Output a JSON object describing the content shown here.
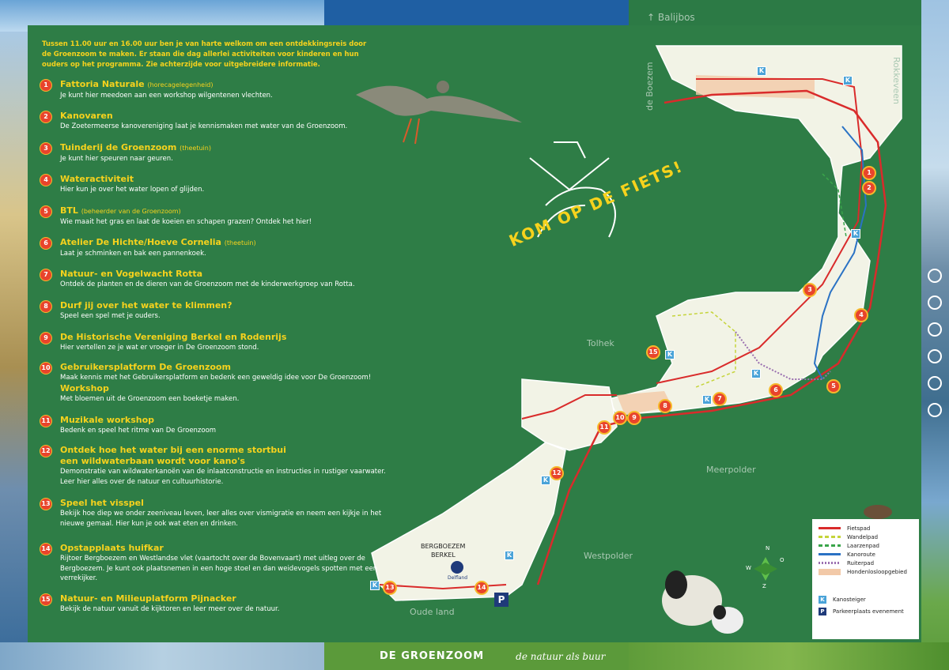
{
  "intro": "Tussen 11.00 uur en 16.00 uur ben je van harte welkom om een ontdekkingsreis door de Groenzoom te maken. Er staan die dag allerlei activiteiten voor kinderen en hun ouders op het programma. Zie achterzijde voor uitgebreidere informatie.",
  "activities": [
    {
      "n": "1",
      "title": "Fattoria Naturale",
      "note": "(horecagelegenheid)",
      "desc": "Je kunt hier meedoen aan een workshop wilgentenen vlechten."
    },
    {
      "n": "2",
      "title": "Kanovaren",
      "note": "",
      "desc": "De Zoetermeerse kanovereniging laat je kennismaken met water van de Groenzoom."
    },
    {
      "n": "3",
      "title": "Tuinderij de Groenzoom",
      "note": "(theetuin)",
      "desc": "Je kunt hier speuren naar geuren."
    },
    {
      "n": "4",
      "title": "Wateractiviteit",
      "note": "",
      "desc": "Hier kun je over het water lopen of glijden."
    },
    {
      "n": "5",
      "title": "BTL",
      "note": "(beheerder van de Groenzoom)",
      "desc": "Wie maait het gras en laat de koeien en schapen grazen? Ontdek het hier!"
    },
    {
      "n": "6",
      "title": "Atelier De Hichte/Hoeve Cornelia",
      "note": "(theetuin)",
      "desc": "Laat je schminken en bak een pannenkoek."
    },
    {
      "n": "7",
      "title": "Natuur- en Vogelwacht Rotta",
      "note": "",
      "desc": "Ontdek de planten en de dieren van de Groenzoom met de kinderwerkgroep van Rotta."
    },
    {
      "n": "8",
      "title": "Durf jij over het water te klimmen?",
      "note": "",
      "desc": "Speel een spel met je ouders."
    },
    {
      "n": "9",
      "title": "De Historische Vereniging Berkel en Rodenrijs",
      "note": "",
      "desc": "Hier vertellen ze je wat er vroeger in De Groenzoom stond."
    },
    {
      "n": "10",
      "title": "Gebruikersplatform De Groenzoom",
      "note": "",
      "desc": "Maak kennis met het Gebruikersplatform en bedenk een geweldig idee voor De Groenzoom!",
      "title2": "Workshop",
      "desc2": "Met bloemen uit de Groenzoom een boeketje maken."
    },
    {
      "n": "11",
      "title": "Muzikale workshop",
      "note": "",
      "desc": "Bedenk en speel het ritme van De Groenzoom"
    },
    {
      "n": "12",
      "title": "Ontdek hoe het water bij een enorme stortbui",
      "title_b": "een wildwaterbaan wordt voor kano's",
      "note": "",
      "desc": "Demonstratie van wildwaterkanoën van de inlaatconstructie en instructies in rustiger vaarwater. Leer hier alles over de natuur en cultuurhistorie."
    },
    {
      "n": "13",
      "title": "Speel het visspel",
      "note": "",
      "desc": "Bekijk hoe diep we onder zeeniveau leven, leer alles over vismigratie en neem een kijkje in het nieuwe gemaal. Hier kun je ook wat eten en drinken."
    },
    {
      "n": "14",
      "title": "Opstapplaats huifkar",
      "note": "",
      "desc": "Rijtoer Bergboezem en Westlandse vlet (vaartocht over de Bovenvaart) met uitleg over de Bergboezem. Je kunt ook plaatsnemen in een hoge stoel en dan weidevogels spotten met een verrekijker."
    },
    {
      "n": "15",
      "title": "Natuur- en Milieuplatform Pijnacker",
      "note": "",
      "desc": "Bekijk de natuur vanuit de kijktoren en leer meer over de natuur."
    }
  ],
  "slogan": "KOM OP DE FIETS!",
  "map_labels": {
    "balijbos": "↑ Balijbos",
    "rokkeveen": "Rokkeveen",
    "boezem": "de Boezem",
    "tolhek": "Tolhek",
    "meerpolder": "Meerpolder",
    "westpolder": "Westpolder",
    "oudeland": "Oude land",
    "bergboezem": "BERGBOEZEM",
    "berkel": "BERKEL",
    "delfland": "Delfland"
  },
  "legend": [
    {
      "label": "Fietspad",
      "color": "#d92b2b",
      "style": "solid"
    },
    {
      "label": "Wandelpad",
      "color": "#c5d43a",
      "style": "dashed"
    },
    {
      "label": "Laarzenpad",
      "color": "#3aa54a",
      "style": "dashed"
    },
    {
      "label": "Kanoroute",
      "color": "#2a72c4",
      "style": "solid"
    },
    {
      "label": "Ruiterpad",
      "color": "#9a6fb0",
      "style": "dotted"
    },
    {
      "label": "Hondenlosloopgebied",
      "color": "#f2c9a8",
      "style": "block"
    }
  ],
  "legend_k": "K",
  "legend_kano": "Kanosteiger",
  "legend_p": "P",
  "legend_park": "Parkeerplaats evenement",
  "compass": {
    "n": "N",
    "z": "Z",
    "w": "W",
    "o": "O"
  },
  "footer": {
    "brand": "DE GROENZOOM",
    "tagline": "de natuur als buur"
  }
}
